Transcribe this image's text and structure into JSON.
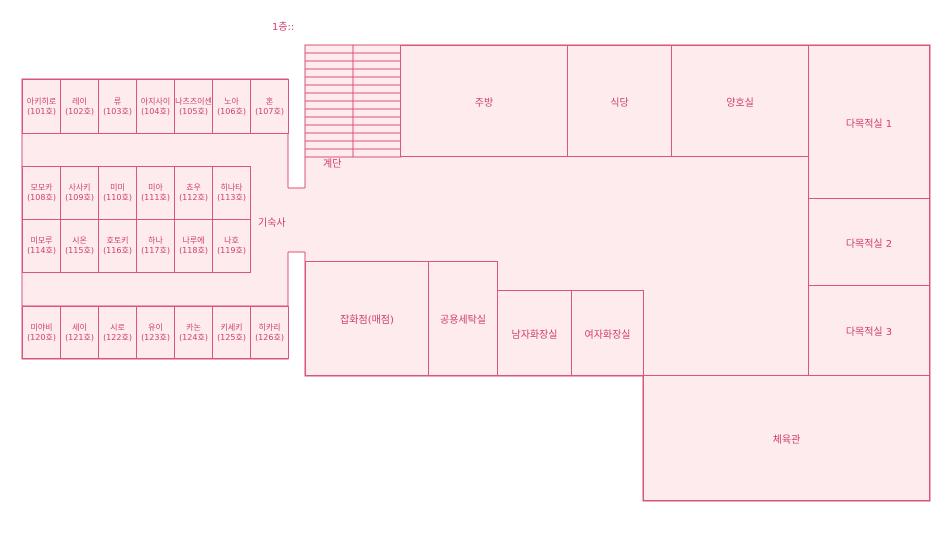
{
  "floor_title": "1층::",
  "rooms_row1": [
    {
      "name": "아키히로",
      "number": "(101호)"
    },
    {
      "name": "레이",
      "number": "(102호)"
    },
    {
      "name": "류",
      "number": "(103호)"
    },
    {
      "name": "아지사이",
      "number": "(104호)"
    },
    {
      "name": "나츠즈이센",
      "number": "(105호)"
    },
    {
      "name": "노아",
      "number": "(106호)"
    },
    {
      "name": "혼",
      "number": "(107호)"
    }
  ],
  "rooms_row2": [
    {
      "name": "모모카",
      "number": "(108호)"
    },
    {
      "name": "사사키",
      "number": "(109호)"
    },
    {
      "name": "미미",
      "number": "(110호)"
    },
    {
      "name": "미아",
      "number": "(111호)"
    },
    {
      "name": "쵸우",
      "number": "(112호)"
    },
    {
      "name": "히나타",
      "number": "(113호)"
    }
  ],
  "rooms_row3": [
    {
      "name": "미모루",
      "number": "(114호)"
    },
    {
      "name": "시온",
      "number": "(115호)"
    },
    {
      "name": "호토키",
      "number": "(116호)"
    },
    {
      "name": "하나",
      "number": "(117호)"
    },
    {
      "name": "나루에",
      "number": "(118호)"
    },
    {
      "name": "나호",
      "number": "(119호)"
    }
  ],
  "rooms_row4": [
    {
      "name": "미야비",
      "number": "(120호)"
    },
    {
      "name": "세이",
      "number": "(121호)"
    },
    {
      "name": "시로",
      "number": "(122호)"
    },
    {
      "name": "유이",
      "number": "(123호)"
    },
    {
      "name": "카논",
      "number": "(124호)"
    },
    {
      "name": "키세키",
      "number": "(125호)"
    },
    {
      "name": "히카리",
      "number": "(126호)"
    }
  ],
  "labels": {
    "dormitory": "기숙사",
    "stairs": "계단",
    "kitchen": "주방",
    "cafeteria": "식당",
    "infirmary": "양호실",
    "tatami1": "다목적실 1",
    "tatami2": "다목적실 2",
    "tatami3": "다목적실 3",
    "store": "잡화점(매점)",
    "laundry": "공용세탁실",
    "mens_restroom": "남자화장실",
    "womens_restroom": "여자화장실",
    "gym": "체육관"
  },
  "colors": {
    "stroke": "#d9557a",
    "fill": "#fdebee",
    "text": "#d0406a"
  }
}
